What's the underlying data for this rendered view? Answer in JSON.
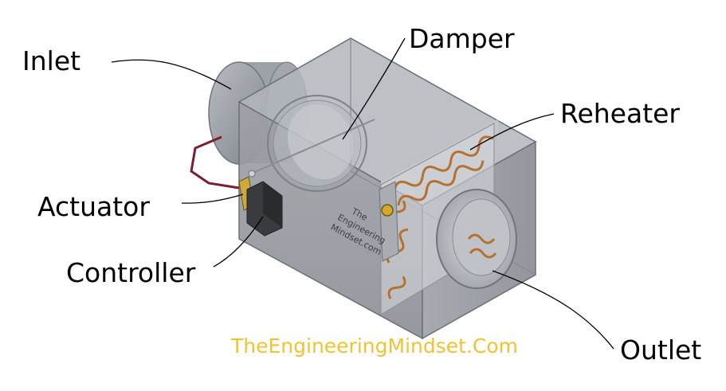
{
  "labels": {
    "inlet": "Inlet",
    "damper": "Damper",
    "reheater": "Reheater",
    "actuator": "Actuator",
    "controller": "Controller",
    "outlet": "Outlet"
  },
  "box_imprint": [
    "The",
    "Engineering",
    "Mindset.com"
  ],
  "watermark": "TheEngineeringMindset.Com",
  "colors": {
    "box_front": "#8f9399",
    "box_top": "#b3b7bd",
    "box_side": "#a0a4aa",
    "duct": "#9a9ea5",
    "coil": "#b8702e",
    "wire": "#7a1f2e",
    "actuator": "#c9a23a",
    "watermark": "#f2c230",
    "leader": "#000000"
  }
}
